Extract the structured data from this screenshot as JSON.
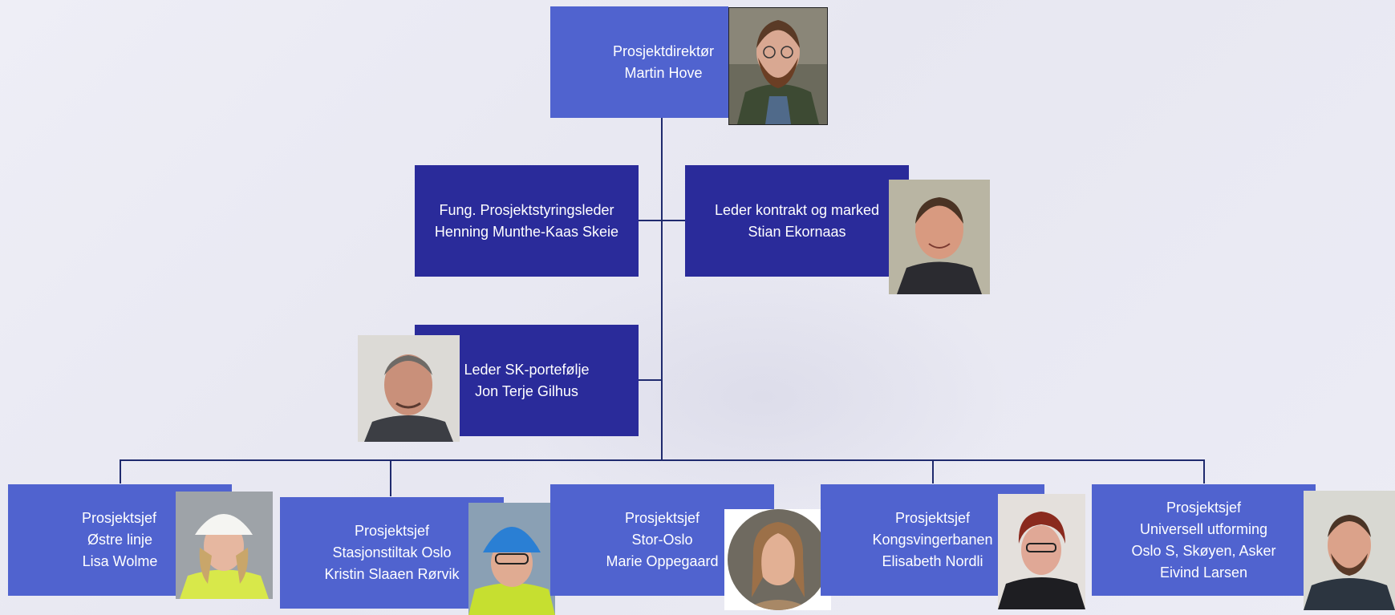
{
  "director": {
    "title": "Prosjektdirektør",
    "name": "Martin Hove"
  },
  "staff": [
    {
      "title": "Fung. Prosjektstyringsleder",
      "name": "Henning Munthe-Kaas Skeie"
    },
    {
      "title": "Leder kontrakt og marked",
      "name": "Stian Ekornaas"
    },
    {
      "title": "Leder SK-portefølje",
      "name": "Jon Terje Gilhus"
    }
  ],
  "project_leads": [
    {
      "title": "Prosjektsjef",
      "project": "Østre linje",
      "name": "Lisa Wolme"
    },
    {
      "title": "Prosjektsjef",
      "project": "Stasjonstiltak Oslo",
      "name": "Kristin Slaaen Rørvik"
    },
    {
      "title": "Prosjektsjef",
      "project": "Stor-Oslo",
      "name": "Marie Oppegaard"
    },
    {
      "title": "Prosjektsjef",
      "project": "Kongsvingerbanen",
      "name": "Elisabeth Nordli"
    },
    {
      "title": "Prosjektsjef",
      "project": "Universell utforming",
      "project2": "Oslo S, Skøyen, Asker",
      "name": "Eivind Larsen"
    }
  ],
  "colors": {
    "box_light": "#5063cf",
    "box_dark": "#2a2b9a",
    "connector": "#1f2a6e"
  }
}
